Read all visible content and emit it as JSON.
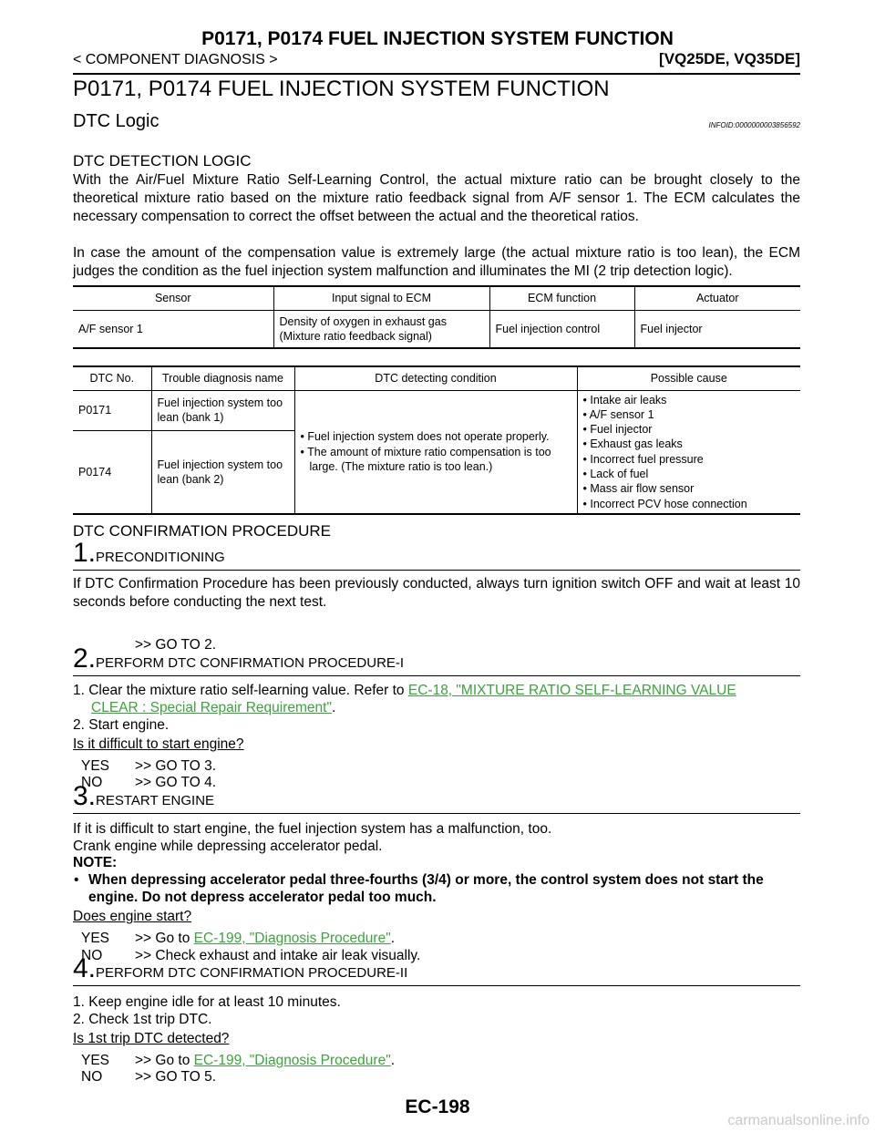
{
  "header": {
    "title": "P0171, P0174 FUEL INJECTION SYSTEM FUNCTION",
    "breadcrumb": "< COMPONENT DIAGNOSIS >",
    "model": "[VQ25DE, VQ35DE]"
  },
  "page_title": "P0171, P0174 FUEL INJECTION SYSTEM FUNCTION",
  "section": {
    "title": "DTC Logic",
    "info_id": "INFOID:0000000003856592"
  },
  "detection_logic": {
    "title": "DTC DETECTION LOGIC",
    "para1": "With the Air/Fuel Mixture Ratio Self-Learning Control, the actual mixture ratio can be brought closely to the theoretical mixture ratio based on the mixture ratio feedback signal from A/F sensor 1. The ECM calculates the necessary compensation to correct the offset between the actual and the theoretical ratios.",
    "para2": "In case the amount of the compensation value is extremely large (the actual mixture ratio is too lean), the ECM judges the condition as the fuel injection system malfunction and illuminates the MI (2 trip detection logic)."
  },
  "sensor_table": {
    "headers": [
      "Sensor",
      "Input signal to ECM",
      "ECM function",
      "Actuator"
    ],
    "row": {
      "sensor": "A/F sensor 1",
      "input_line1": "Density of oxygen in exhaust gas",
      "input_line2": "(Mixture ratio feedback signal)",
      "function": "Fuel injection control",
      "actuator": "Fuel injector"
    }
  },
  "dtc_table": {
    "headers": [
      "DTC No.",
      "Trouble diagnosis name",
      "DTC detecting condition",
      "Possible cause"
    ],
    "rows": [
      {
        "dtc": "P0171",
        "name_line1": "Fuel injection system too",
        "name_line2": "lean (bank 1)"
      },
      {
        "dtc": "P0174",
        "name_line1": "Fuel injection system too",
        "name_line2": "lean (bank 2)"
      }
    ],
    "conditions": [
      "• Fuel injection system does not operate properly.",
      "• The amount of mixture ratio compensation is too large. (The mixture ratio is too lean.)"
    ],
    "causes": [
      "• Intake air leaks",
      "• A/F sensor 1",
      "• Fuel injector",
      "• Exhaust gas leaks",
      "• Incorrect fuel pressure",
      "• Lack of fuel",
      "• Mass air flow sensor",
      "• Incorrect PCV hose connection"
    ]
  },
  "confirmation": {
    "title": "DTC CONFIRMATION PROCEDURE",
    "step1": {
      "num": "1.",
      "label": "PRECONDITIONING",
      "text": "If DTC Confirmation Procedure has been previously conducted, always turn ignition switch OFF and wait at least 10 seconds before conducting the next test.",
      "goto": ">> GO TO 2."
    },
    "step2": {
      "num": "2.",
      "label": "PERFORM DTC CONFIRMATION PROCEDURE-I",
      "item1_prefix": "1.  Clear the mixture ratio self-learning value. Refer to ",
      "item1_link_a": "EC-18, \"MIXTURE RATIO SELF-LEARNING VALUE",
      "item1_link_b": "CLEAR : Special Repair Requirement\"",
      "item1_suffix": ".",
      "item2": "2.  Start engine.",
      "question": "Is it difficult to start engine?",
      "yes_label": "YES",
      "yes_text": ">> GO TO 3.",
      "no_label": "NO",
      "no_text": ">> GO TO 4."
    },
    "step3": {
      "num": "3.",
      "label": "RESTART ENGINE",
      "line1": "If it is difficult to start engine, the fuel injection system has a malfunction, too.",
      "line2": "Crank engine while depressing accelerator pedal.",
      "note_label": "NOTE:",
      "note_bullet": "•",
      "note_line1": "When depressing accelerator pedal three-fourths (3/4) or more, the control system does not start the",
      "note_line2": "engine. Do not depress accelerator pedal too much.",
      "question": "Does engine start?",
      "yes_label": "YES",
      "yes_prefix": ">> Go to ",
      "yes_link": "EC-199, \"Diagnosis Procedure\"",
      "yes_suffix": ".",
      "no_label": "NO",
      "no_text": ">> Check exhaust and intake air leak visually."
    },
    "step4": {
      "num": "4.",
      "label": "PERFORM DTC CONFIRMATION PROCEDURE-II",
      "item1": "1.  Keep engine idle for at least 10 minutes.",
      "item2": "2.  Check 1st trip DTC.",
      "question": "Is 1st trip DTC detected?",
      "yes_label": "YES",
      "yes_prefix": ">> Go to ",
      "yes_link": "EC-199, \"Diagnosis Procedure\"",
      "yes_suffix": ".",
      "no_label": "NO",
      "no_text": ">> GO TO 5."
    }
  },
  "footer": {
    "page": "EC-198",
    "watermark": "carmanualsonline.info"
  },
  "colors": {
    "link": "#3aa53a",
    "watermark": "#c9c9c9"
  }
}
